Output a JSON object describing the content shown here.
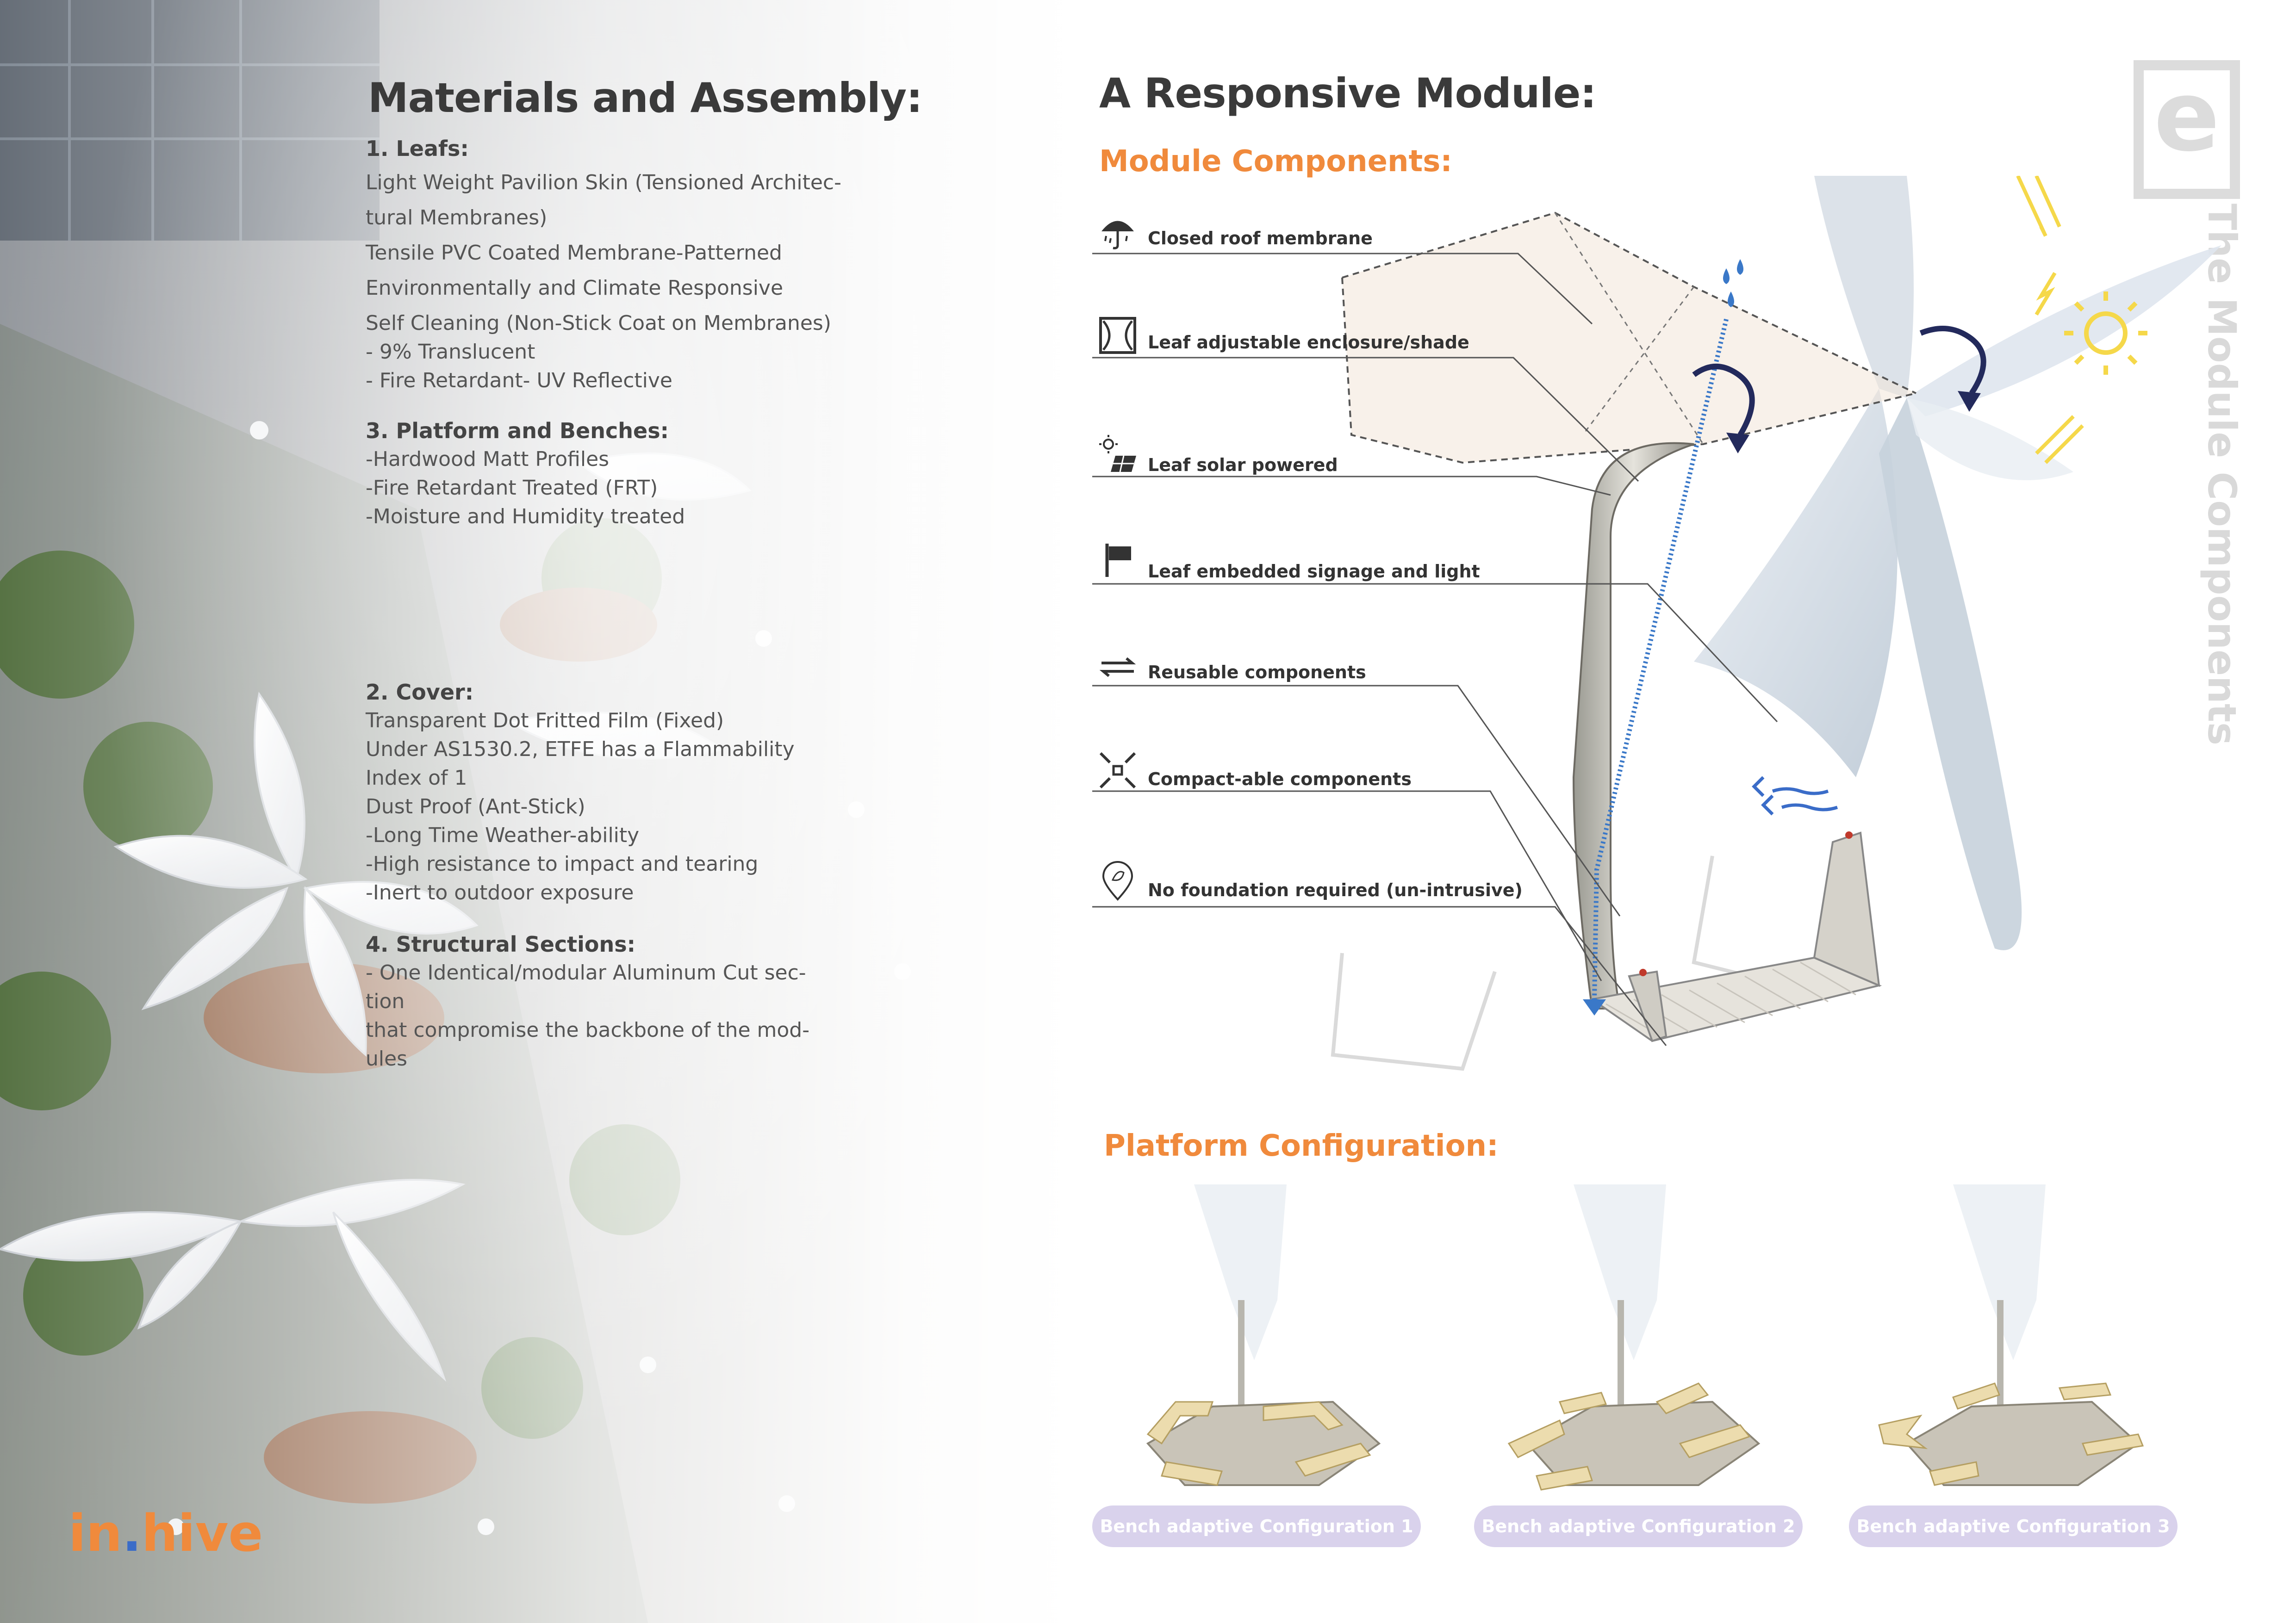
{
  "left": {
    "title": "Materials and Assembly:",
    "sections": [
      {
        "heading": "1. Leafs:",
        "lines": [
          "Light Weight Pavilion Skin (Tensioned Architec-",
          "tural Membranes)",
          "Tensile PVC Coated Membrane-Patterned",
          "Environmentally and Climate Responsive",
          "Self Cleaning (Non-Stick Coat on Membranes)",
          "- 9% Translucent",
          "- Fire Retardant- UV Reflective"
        ]
      },
      {
        "heading": "3. Platform and Benches:",
        "lines": [
          "-Hardwood Matt Profiles",
          "-Fire Retardant Treated (FRT)",
          "-Moisture and Humidity treated"
        ]
      },
      {
        "heading": "2. Cover:",
        "lines": [
          "Transparent Dot Fritted Film (Fixed)",
          "Under AS1530.2, ETFE has a Flammability",
          "Index of 1",
          "Dust Proof (Ant-Stick)",
          "-Long Time Weather-ability",
          "-High resistance to impact and tearing",
          "-Inert to outdoor exposure"
        ]
      },
      {
        "heading": "4. Structural Sections:",
        "lines": [
          "- One Identical/modular Aluminum Cut sec-",
          "tion",
          "that compromise the backbone of the mod-",
          "ules"
        ]
      }
    ],
    "brand": {
      "part1": "in",
      "dot": ".",
      "part2": "hive"
    }
  },
  "right": {
    "title": "A Responsive Module:",
    "components_heading": "Module Components:",
    "components": [
      {
        "label": "Closed roof membrane",
        "icon": "umbrella-rain-icon"
      },
      {
        "label": "Leaf adjustable enclosure/shade",
        "icon": "curtain-window-icon"
      },
      {
        "label": "Leaf solar powered",
        "icon": "solar-panel-icon"
      },
      {
        "label": "Leaf embedded signage and light",
        "icon": "signage-flag-icon"
      },
      {
        "label": "Reusable components",
        "icon": "reuse-arrows-icon"
      },
      {
        "label": "Compact-able  components",
        "icon": "compact-arrows-icon"
      },
      {
        "label": "No foundation required (un-intrusive)",
        "icon": "location-leaf-icon"
      }
    ],
    "platform_heading": "Platform Configuration:",
    "configurations": [
      "Bench adaptive Configuration 1",
      "Bench adaptive Configuration 2",
      "Bench adaptive Configuration 3"
    ],
    "vertical_title": "The Module Components",
    "logo_letter": "e"
  },
  "colors": {
    "heading_orange": "#f08a3c",
    "text_dark": "#3a3a3a",
    "pill_bg": "#d9d2ec",
    "rain_blue": "#3a78c8",
    "arrow_navy": "#232a5c",
    "sun_yellow": "#f5d84a",
    "brand_orange": "#f08a3c",
    "brand_blue": "#3a6cc8"
  }
}
